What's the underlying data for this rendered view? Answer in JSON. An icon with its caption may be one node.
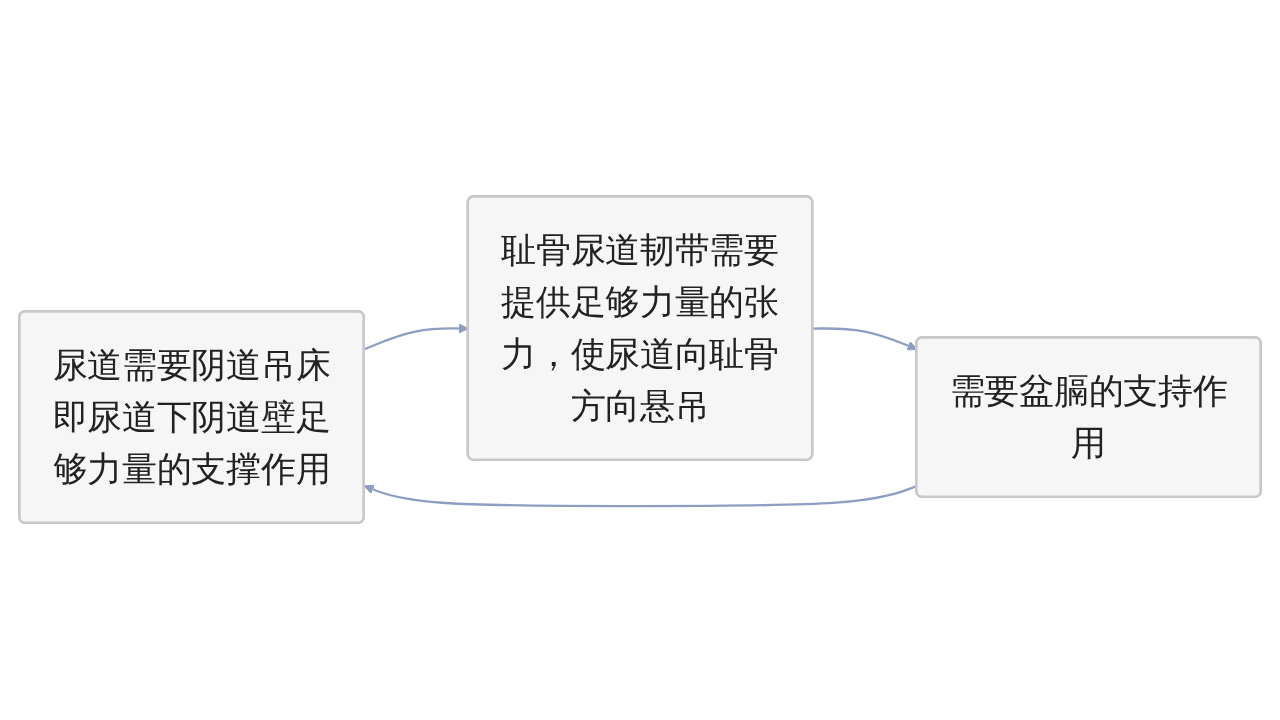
{
  "diagram": {
    "nodes": [
      {
        "text": [
          "尿道需要阴道吊床即尿道下阴道壁足够力量的支撑作用"
        ]
      },
      {
        "text": [
          "耻骨尿道韧带需要提供足够力量的张力，使尿道向耻骨方向悬吊"
        ]
      },
      {
        "text": [
          "需要盆膈的支持作用"
        ]
      }
    ],
    "edges": [
      {
        "from": 0,
        "to": 1,
        "arrow": "to"
      },
      {
        "from": 1,
        "to": 2,
        "arrow": "to"
      },
      {
        "from": 2,
        "to": 0,
        "arrow": "to"
      }
    ]
  }
}
